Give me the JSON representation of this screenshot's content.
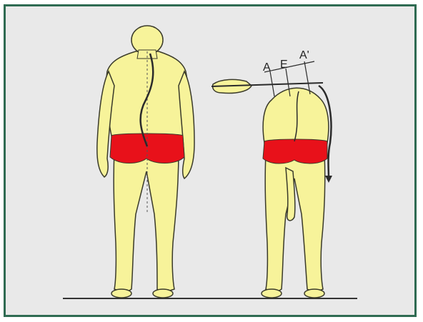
{
  "figure": {
    "labels": {
      "a": "A",
      "e": "E",
      "a_prime": "A'"
    },
    "colors": {
      "frame": "#2f6b52",
      "background": "#e6e6e6",
      "skin": "#f7f39a",
      "outline": "#3a3a2a",
      "shorts": "#e8111a",
      "spine": "#2b2b2b"
    }
  }
}
